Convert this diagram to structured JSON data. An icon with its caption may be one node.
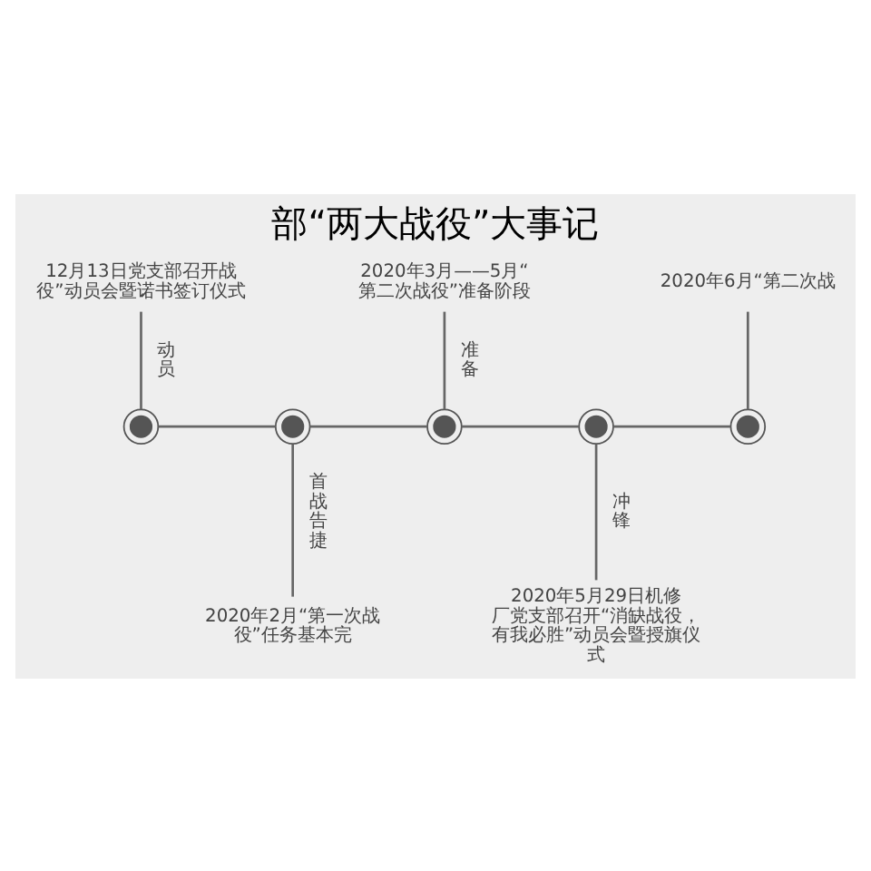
{
  "diagram": {
    "title": "部“两大战役”大事记",
    "nodes": [
      {
        "text": [
          "12月13日党支部召开战役”动员会暨诺书签订仪式"
        ]
      },
      {
        "text": [],
        "shape": "circle"
      },
      {
        "text": [],
        "shape": "circle"
      },
      {
        "text": [
          "2020年2月“第一次战役”任务基本完"
        ]
      },
      {
        "text": [
          "2020年3月——5月“第二次战役”准备阶段"
        ]
      },
      {
        "text": [],
        "shape": "circle"
      },
      {
        "text": [],
        "shape": "circle"
      },
      {
        "text": [
          "2020年5月29日机修厂党支部召开“消缺战役，有我必胜”动员会暨授旗仪式"
        ]
      },
      {
        "text": [
          "2020年6月“第二次战"
        ]
      },
      {
        "text": [],
        "shape": "circle"
      }
    ],
    "edges": [
      {
        "from": 1,
        "to": 2,
        "arrow": "none"
      },
      {
        "from": 2,
        "to": 5,
        "arrow": "none"
      },
      {
        "from": 5,
        "to": 6,
        "arrow": "none"
      },
      {
        "from": 6,
        "to": 9,
        "arrow": "none"
      },
      {
        "from": 0,
        "to": 1,
        "arrow": "none",
        "label": "动员"
      },
      {
        "from": 2,
        "to": 3,
        "arrow": "none",
        "label": "首战告捷"
      },
      {
        "from": 4,
        "to": 5,
        "arrow": "none",
        "label": "准备"
      },
      {
        "from": 6,
        "to": 7,
        "arrow": "none",
        "label": "冲锋"
      },
      {
        "from": 8,
        "to": 9,
        "arrow": "none"
      }
    ]
  }
}
